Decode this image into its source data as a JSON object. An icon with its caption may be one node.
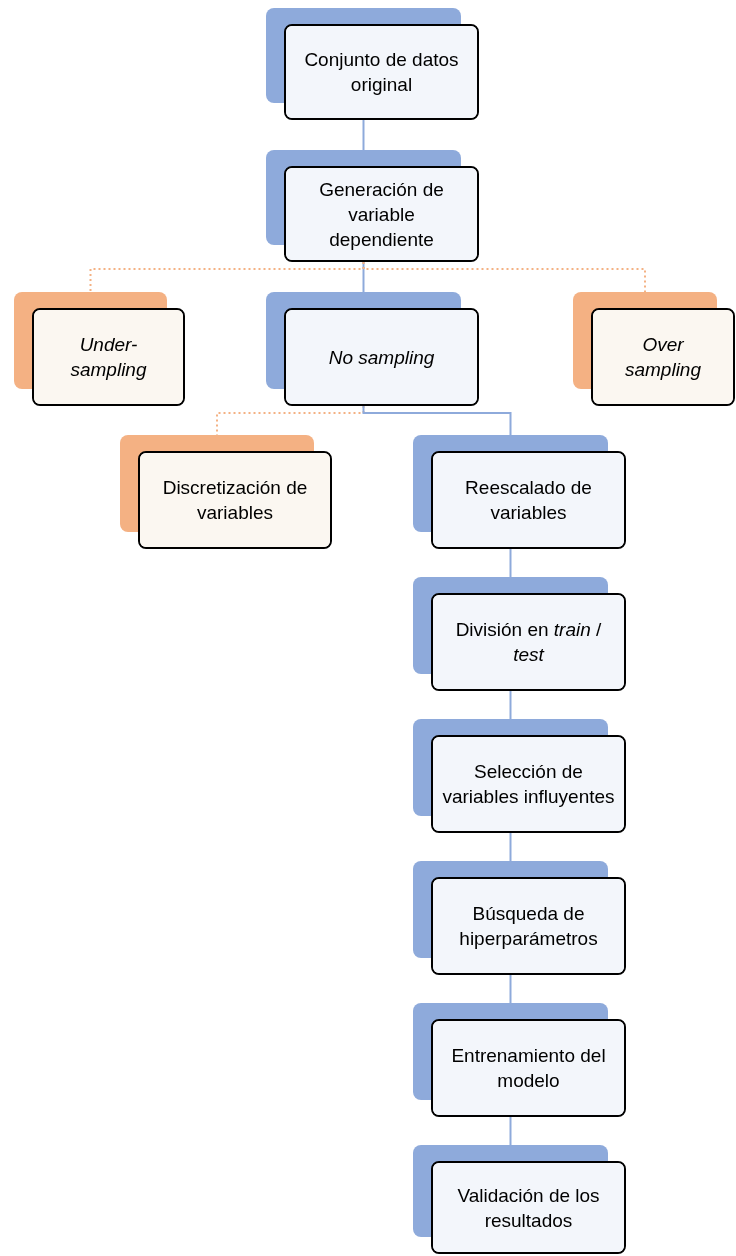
{
  "diagram": {
    "nodes": [
      {
        "text": [
          "Conjunto de datos original"
        ]
      },
      {
        "text": [
          "Generación de variable dependiente"
        ]
      },
      {
        "text": [
          "Under-sampling"
        ]
      },
      {
        "text": [
          "No sampling"
        ]
      },
      {
        "text": [
          "Over sampling"
        ]
      },
      {
        "text": [
          "Discretización de variables"
        ]
      },
      {
        "text": [
          "Reescalado de variables"
        ]
      },
      {
        "text": [
          "División en *train* / *test*"
        ]
      },
      {
        "text": [
          "Selección de variables influyentes"
        ]
      },
      {
        "text": [
          "Búsqueda de hiperparámetros"
        ]
      },
      {
        "text": [
          "Entrenamiento del modelo"
        ]
      },
      {
        "text": [
          "Validación de los resultados"
        ]
      }
    ],
    "edges": [
      {
        "from": 0,
        "to": 1,
        "arrow": "none"
      },
      {
        "from": 1,
        "to": 2,
        "arrow": "none",
        "style": "dashed",
        "color": "#f4b183"
      },
      {
        "from": 1,
        "to": 3,
        "arrow": "none"
      },
      {
        "from": 1,
        "to": 4,
        "arrow": "none",
        "style": "dashed",
        "color": "#f4b183"
      },
      {
        "from": 3,
        "to": 5,
        "arrow": "none",
        "style": "dashed",
        "color": "#f4b183"
      },
      {
        "from": 3,
        "to": 6,
        "arrow": "none"
      },
      {
        "from": 6,
        "to": 7,
        "arrow": "none"
      },
      {
        "from": 7,
        "to": 8,
        "arrow": "none"
      },
      {
        "from": 8,
        "to": 9,
        "arrow": "none"
      },
      {
        "from": 9,
        "to": 10,
        "arrow": "none"
      },
      {
        "from": 10,
        "to": 11,
        "arrow": "none"
      }
    ]
  }
}
